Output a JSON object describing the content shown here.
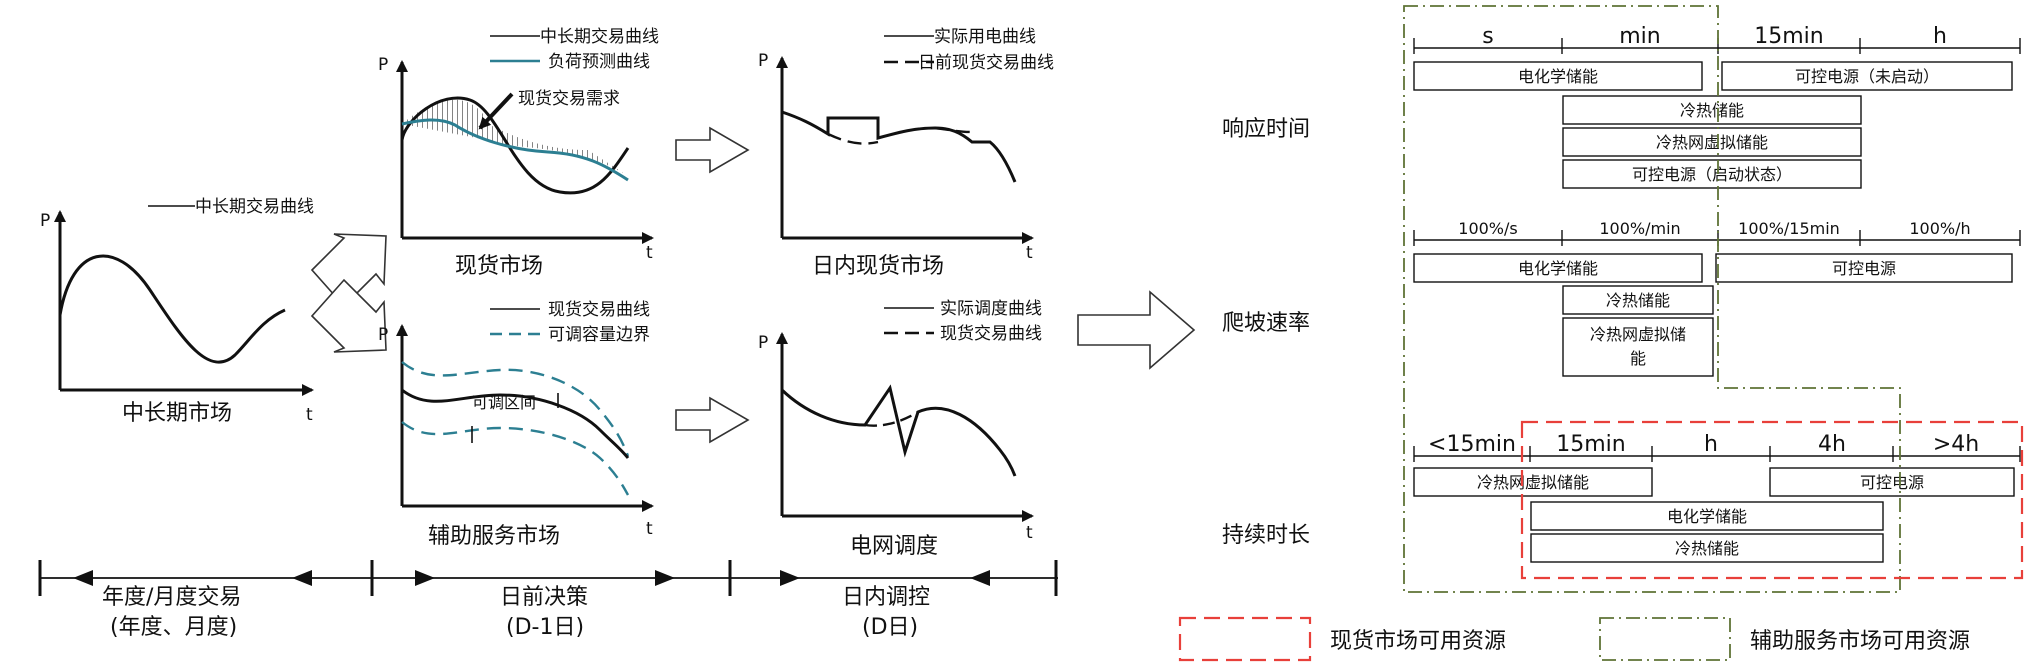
{
  "legend_long_term": "中长期交易曲线",
  "legend_long_term_2": "中长期交易曲线",
  "legend_load_forecast": "负荷预测曲线",
  "spot_demand_label": "现货交易需求",
  "legend_actual_usage": "实际用电曲线",
  "legend_day_ahead_spot": "日前现货交易曲线",
  "legend_spot_trade": "现货交易曲线",
  "legend_adjustable_bound": "可调容量边界",
  "adjustable_range_label": "可调区间",
  "legend_actual_dispatch": "实际调度曲线",
  "legend_spot_trade_2": "现货交易曲线",
  "axis_p": "P",
  "axis_t": "t",
  "markets": {
    "long_term": "中长期市场",
    "spot": "现货市场",
    "intraday_spot": "日内现货市场",
    "ancillary": "辅助服务市场",
    "grid_dispatch": "电网调度"
  },
  "timeline": {
    "annual_line1": "年度/月度交易",
    "annual_line2": "(年度、月度)",
    "dayahead_line1": "日前决策",
    "dayahead_line2": "(D-1日)",
    "intraday_line1": "日内调控",
    "intraday_line2": "(D日)"
  },
  "properties": {
    "response_time": "响应时间",
    "ramp_rate": "爬坡速率",
    "duration": "持续时长"
  },
  "response_time": {
    "units": [
      "s",
      "min",
      "15min",
      "h"
    ],
    "resources": [
      "电化学储能",
      "可控电源（未启动）",
      "冷热储能",
      "冷热网虚拟储能",
      "可控电源（启动状态）"
    ]
  },
  "ramp_rate": {
    "units": [
      "100%/s",
      "100%/min",
      "100%/15min",
      "100%/h"
    ],
    "resources": [
      "电化学储能",
      "可控电源",
      "冷热储能",
      "冷热网虚拟储",
      "能"
    ]
  },
  "duration": {
    "units": [
      "<15min",
      "15min",
      "h",
      "4h",
      ">4h"
    ],
    "resources": [
      "冷热网虚拟储能",
      "可控电源",
      "电化学储能",
      "冷热储能"
    ]
  },
  "legend": {
    "spot_resources": "现货市场可用资源",
    "ancillary_resources": "辅助服务市场可用资源"
  },
  "colors": {
    "line": "#111111",
    "load_forecast": "#2c7f92",
    "spot_region": "#e8403a",
    "ancillary_region": "#5f7336"
  }
}
